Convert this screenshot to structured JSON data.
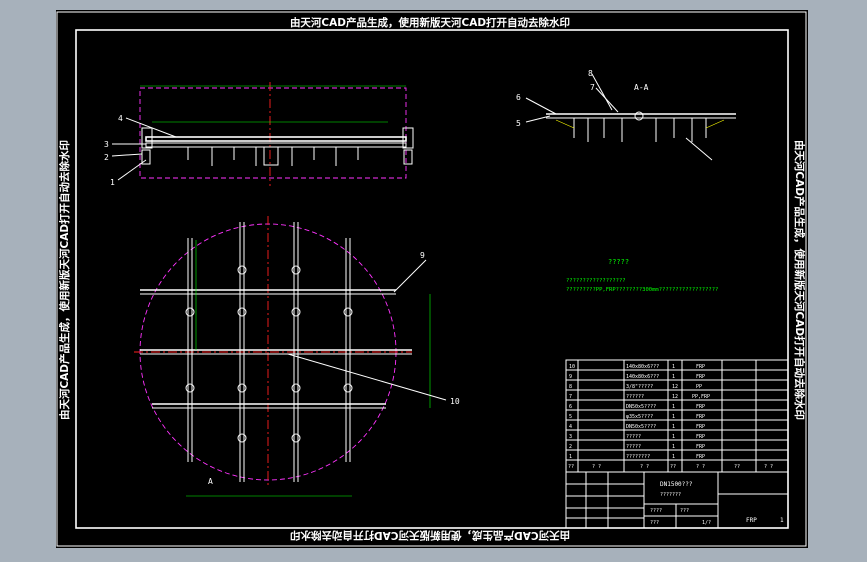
{
  "watermark": {
    "top": "由天河CAD产品生成，使用新版天河CAD打开自动去除水印",
    "bottom": "由天河CAD产品生成，使用新版天河CAD打开自动去除水印",
    "left": "由天河CAD产品生成，使用新版天河CAD打开自动去除水印",
    "right": "由天河CAD产品生成，使用新版天河CAD打开自动去除水印"
  },
  "front_view": {
    "callouts": [
      "4",
      "3",
      "2",
      "1"
    ]
  },
  "section_view": {
    "title": "A-A",
    "callouts": [
      "8",
      "7",
      "6",
      "5"
    ]
  },
  "plan_view": {
    "callouts": [
      "9",
      "10"
    ],
    "section_mark": "A"
  },
  "notes": {
    "heading": "?????",
    "lines": [
      "??????????????????",
      "?????????PP,FRP????????300mm??????????????????"
    ]
  },
  "parts_list": {
    "rows": [
      {
        "no": "10",
        "spec": "140x80x6???",
        "qty": "1",
        "mat": "FRP"
      },
      {
        "no": "9",
        "spec": "140x80x6???",
        "qty": "1",
        "mat": "FRP"
      },
      {
        "no": "8",
        "spec": "3/8\"?????",
        "qty": "12",
        "mat": "PP"
      },
      {
        "no": "7",
        "spec": "??????",
        "qty": "12",
        "mat": "PP,FRP"
      },
      {
        "no": "6",
        "spec": "DN50x5????",
        "qty": "1",
        "mat": "FRP"
      },
      {
        "no": "5",
        "spec": "φ35x5????",
        "qty": "1",
        "mat": "FRP"
      },
      {
        "no": "4",
        "spec": "DN50x5????",
        "qty": "1",
        "mat": "FRP"
      },
      {
        "no": "3",
        "spec": "?????",
        "qty": "1",
        "mat": "FRP"
      },
      {
        "no": "2",
        "spec": "?????",
        "qty": "1",
        "mat": "FRP"
      },
      {
        "no": "1",
        "spec": "????????",
        "qty": "1",
        "mat": "FRP"
      }
    ],
    "header": {
      "no": "??",
      "code": "? ?",
      "spec": "? ?",
      "qty": "??",
      "mat": "? ?",
      "wt": "??",
      "note": "? ?"
    }
  },
  "title_block": {
    "drawing_name": "DN1500???",
    "drawing_sub": "???????",
    "material": "FRP",
    "sheet": "1",
    "scale": "1/?",
    "rev_rows": [
      "????",
      "???",
      "???"
    ]
  }
}
